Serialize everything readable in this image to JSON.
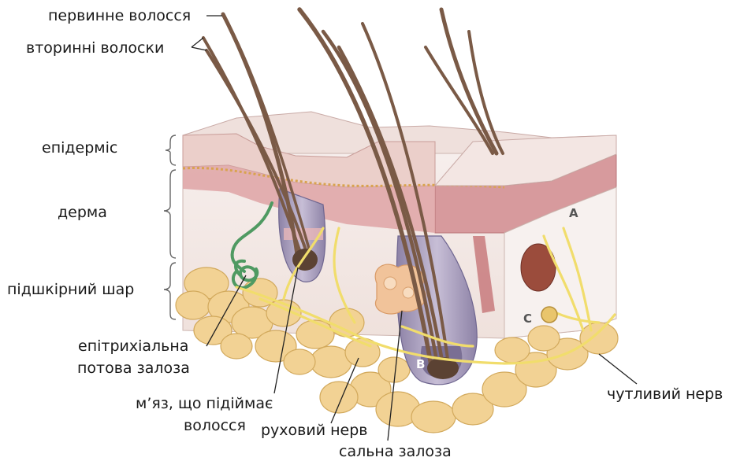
{
  "labels": {
    "primary_hair": "первинне волосся",
    "secondary_hairs": "вторинні волоски",
    "epidermis": "епідерміс",
    "dermis": "дерма",
    "subcutaneous": "підшкірний шар",
    "epitrichial_gland_1": "епітрихіальна",
    "epitrichial_gland_2": "потова залоза",
    "arrector_muscle_1": "м’яз, що підіймає",
    "arrector_muscle_2": "волосся",
    "motor_nerve": "руховий нерв",
    "sebaceous_gland": "сальна залоза",
    "sensory_nerve": "чутливий нерв"
  },
  "markers": {
    "a": "A",
    "b": "B",
    "c": "C"
  },
  "colors": {
    "epidermis": "#e8c9c5",
    "dermis_pink": "#d99a9c",
    "dermis_body": "#f4ebe8",
    "fat": "#f2d294",
    "fat_outline": "#d7ad62",
    "hair": "#7a5a46",
    "follicle": "#a89ab8",
    "nerve": "#f1dd6c",
    "gland_green": "#4f9a62",
    "muscle": "#c87a7c"
  }
}
